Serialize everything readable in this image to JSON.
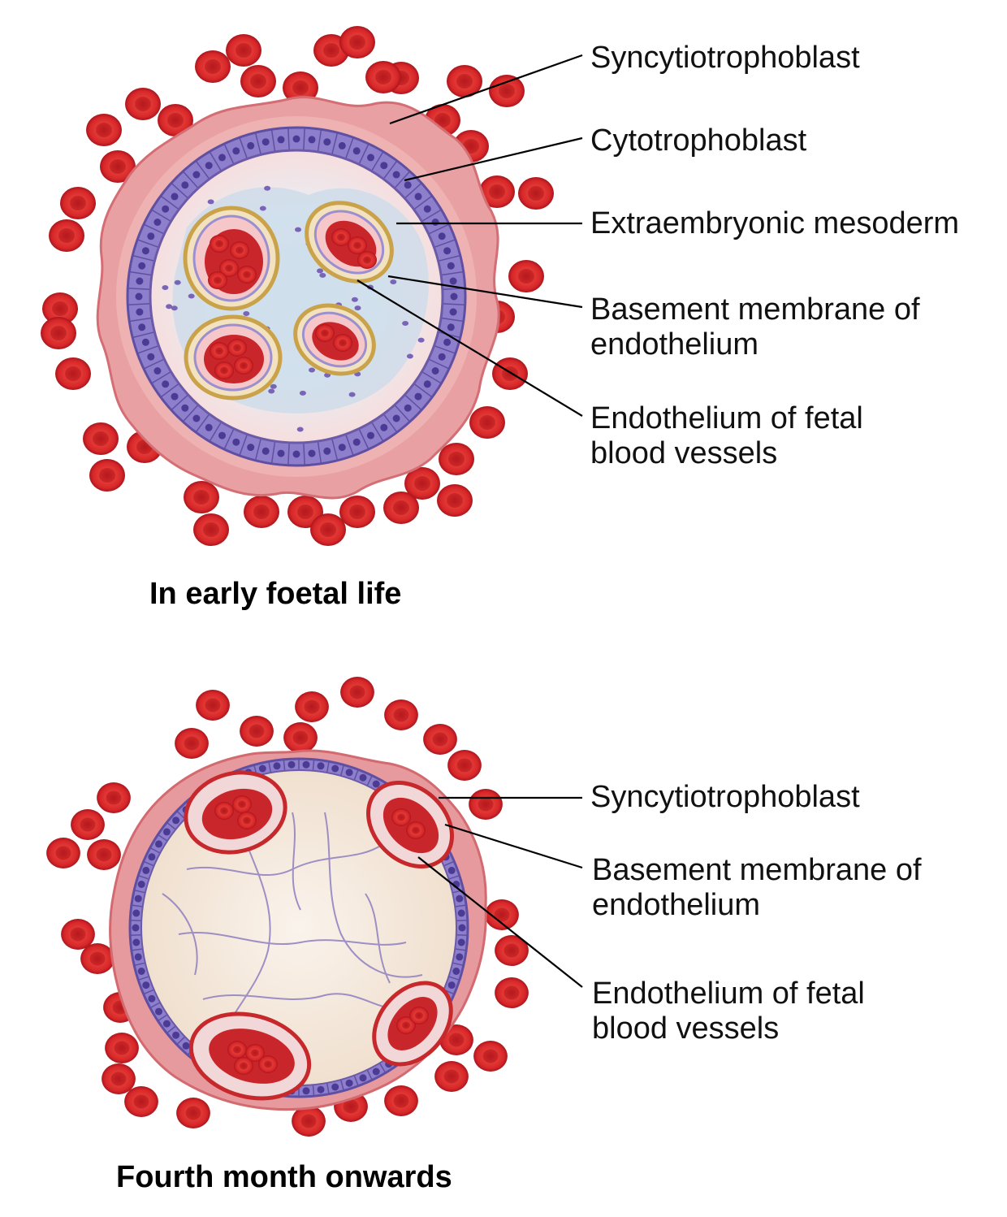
{
  "panel_early": {
    "caption": "In early foetal life",
    "labels": {
      "syncytiotrophoblast": "Syncytiotrophoblast",
      "cytotrophoblast": "Cytotrophoblast",
      "extraembryonic_mesoderm": "Extraembryonic mesoderm",
      "basement_membrane_line1": "Basement membrane of",
      "basement_membrane_line2": "endothelium",
      "endothelium_line1": "Endothelium of fetal",
      "endothelium_line2": "blood vessels"
    }
  },
  "panel_late": {
    "caption": "Fourth month onwards",
    "labels": {
      "syncytiotrophoblast": "Syncytiotrophoblast",
      "basement_membrane_line1": "Basement membrane of",
      "basement_membrane_line2": "endothelium",
      "endothelium_line1": "Endothelium of fetal",
      "endothelium_line2": "blood vessels"
    }
  },
  "colors": {
    "rbc": "#d7262a",
    "syncytio": "#e88a8f",
    "cyto": "#8a7bc8",
    "mesoderm_early": "#f6dede",
    "mesoderm_late": "#f3e6d8",
    "basement": "#d9b45a",
    "vessel_rim_late": "#c6282b",
    "leader": "#000000"
  }
}
